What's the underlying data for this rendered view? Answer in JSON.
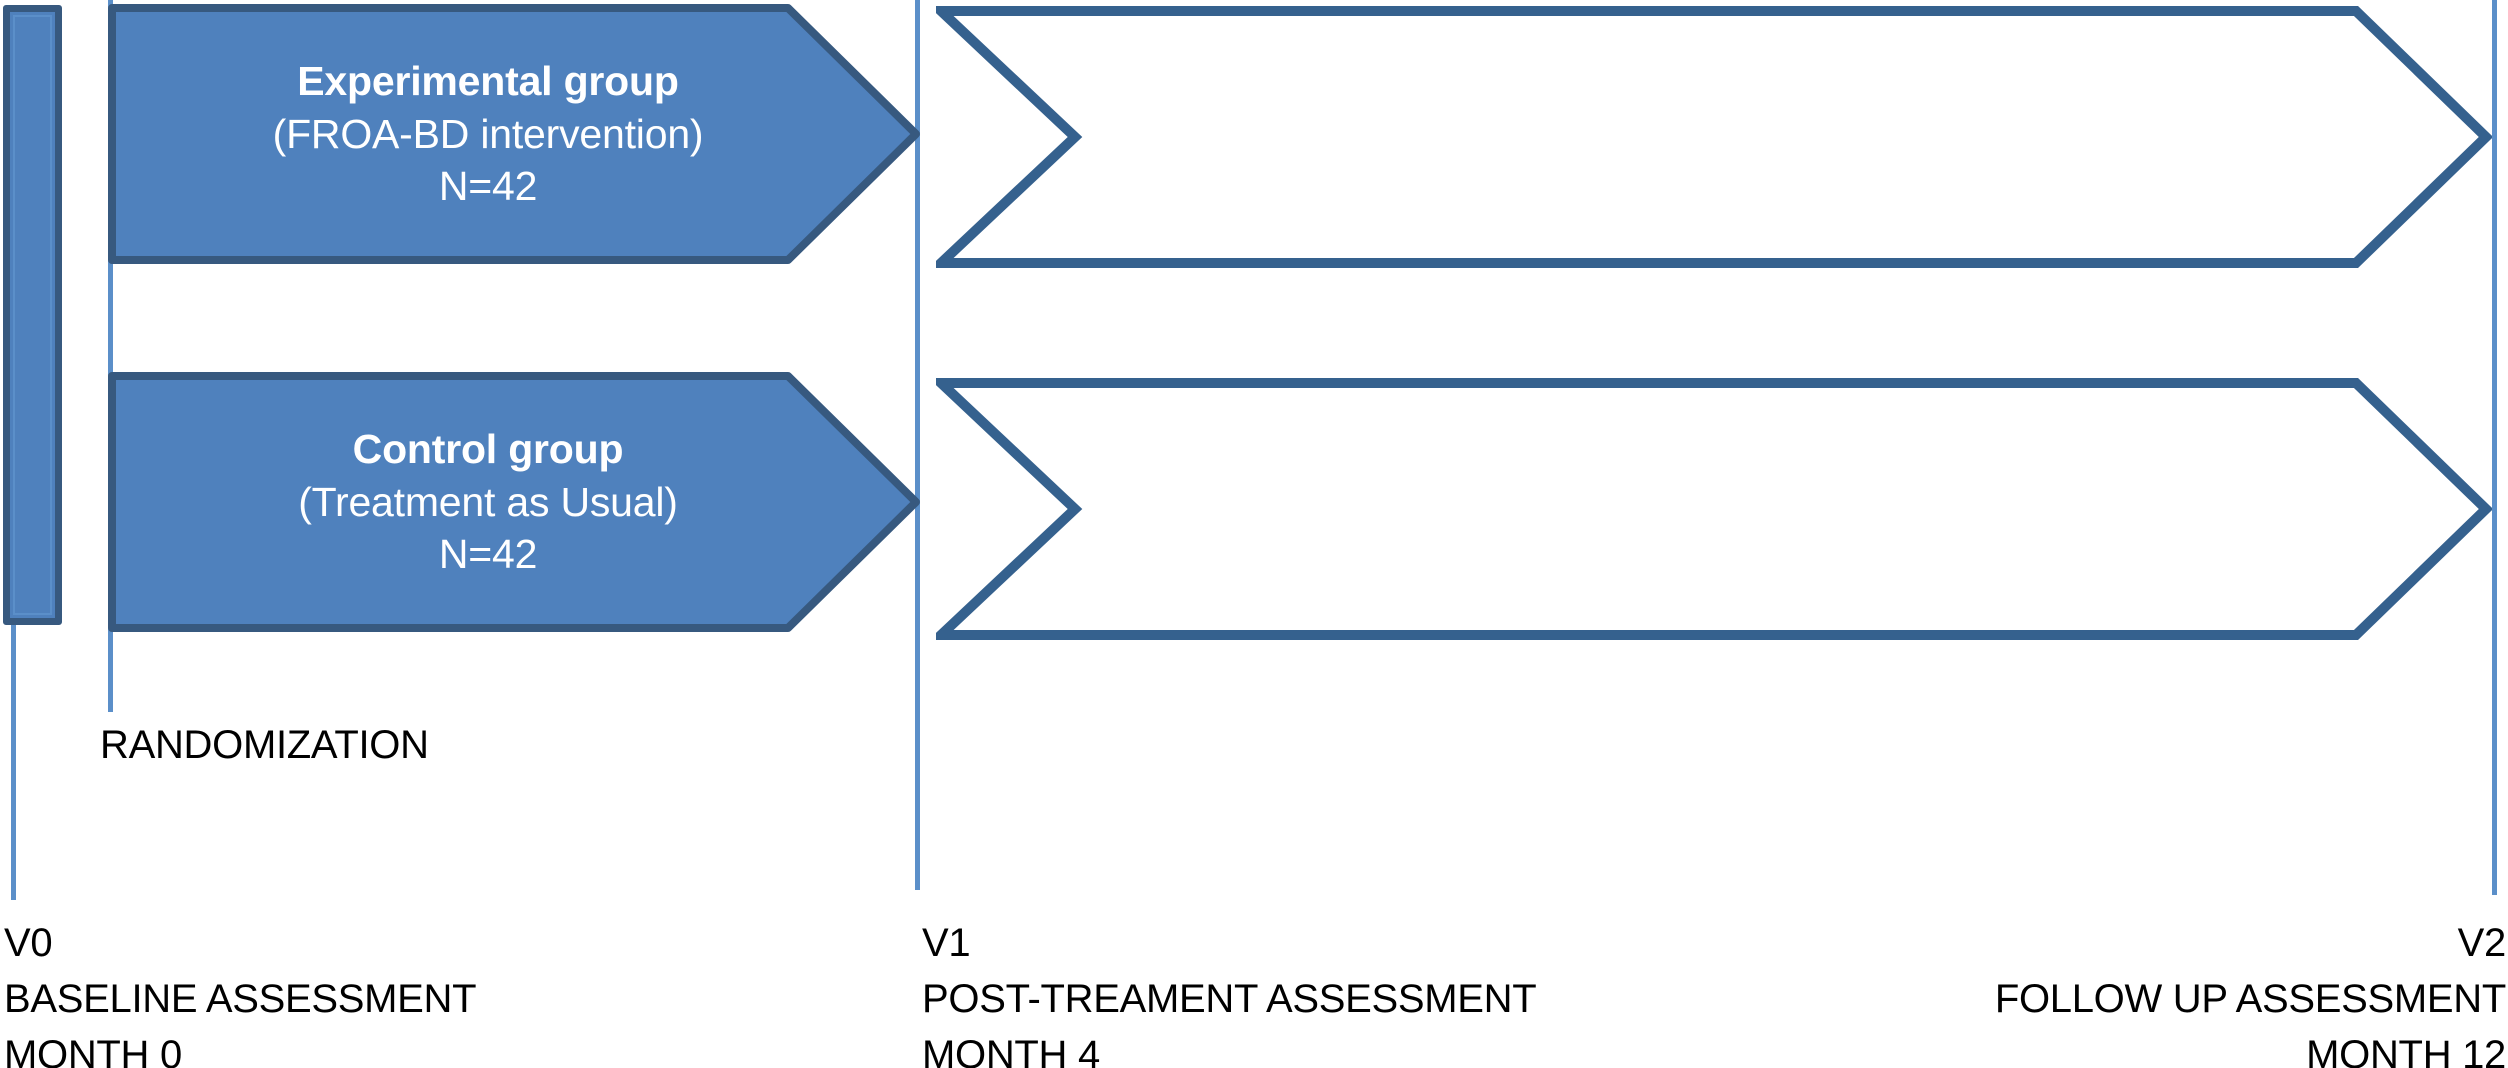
{
  "diagram": {
    "title": "Study design flow diagram",
    "colors": {
      "arrow_fill": "#4F81BD",
      "arrow_border": "#37597F",
      "outline_stroke": "#35618E",
      "timeline_rule": "#5B8FC9",
      "label_text": "#000000",
      "arrow_text": "#FFFFFF"
    }
  },
  "arms": [
    {
      "id": "experimental",
      "line1": "Experimental group",
      "line2": "(FROA-BD intervention)",
      "line3": "N=42"
    },
    {
      "id": "control",
      "line1": "Control group",
      "line2": "(Treatment as Usual)",
      "line3": "N=42"
    }
  ],
  "randomization": {
    "label": "RANDOMIZATION"
  },
  "timepoints": [
    {
      "id": "v0",
      "visit": "V0",
      "assessment": "BASELINE ASSESSMENT",
      "month": "MONTH 0",
      "align": "left"
    },
    {
      "id": "v1",
      "visit": "V1",
      "assessment": "POST-TREAMENT ASSESSMENT",
      "month": "MONTH 4",
      "align": "left"
    },
    {
      "id": "v2",
      "visit": "V2",
      "assessment": "FOLLOW UP ASSESSMENT",
      "month": "MONTH 12",
      "align": "right"
    }
  ],
  "followup_phases": [
    {
      "id": "followup-experimental"
    },
    {
      "id": "followup-control"
    }
  ]
}
